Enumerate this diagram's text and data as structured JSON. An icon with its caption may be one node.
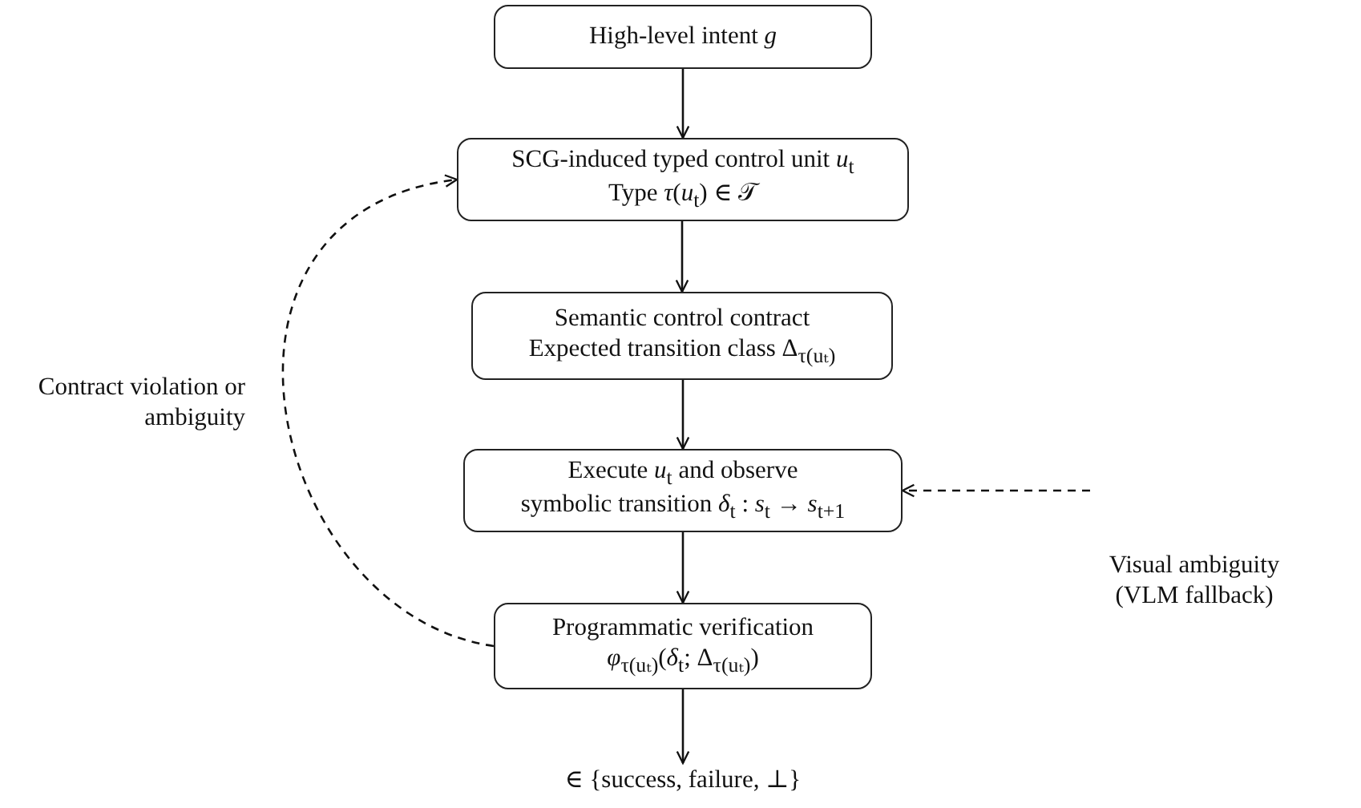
{
  "diagram": {
    "nodes": [
      {
        "text": [
          "High-level intent *g*"
        ]
      },
      {
        "text": [
          "SCG-induced typed control unit *u*$_{t}$",
          "Type *τ*(*u*$_{t}$) ∈ 𝒯"
        ]
      },
      {
        "text": [
          "Semantic control contract",
          "Expected transition class Δ$_{τ(uₜ)}$"
        ]
      },
      {
        "text": [
          "Execute *u*$_{t}$ and observe",
          "symbolic transition *δ*$_{t}$ : *s*$_{t}$ → *s*$_{t+1}$"
        ]
      },
      {
        "text": [
          "Programmatic verification",
          "*φ*$_{τ(uₜ)}$(*δ*$_{t}$; Δ$_{τ(uₜ)}$)"
        ]
      },
      {
        "text": [
          "∈ {success, failure, ⊥}"
        ]
      },
      {
        "text": [
          "Visual ambiguity (VLM fallback)"
        ]
      }
    ],
    "edges": [
      {
        "from": 0,
        "to": 1,
        "arrow": "to"
      },
      {
        "from": 1,
        "to": 2,
        "arrow": "to"
      },
      {
        "from": 2,
        "to": 3,
        "arrow": "to"
      },
      {
        "from": 3,
        "to": 4,
        "arrow": "to"
      },
      {
        "from": 4,
        "to": 5,
        "arrow": "to"
      },
      {
        "from": 6,
        "to": 3,
        "arrow": "to",
        "style": "dashed"
      },
      {
        "from": 4,
        "to": 1,
        "arrow": "to",
        "style": "dashed",
        "label": "Contract violation or ambiguity"
      }
    ]
  }
}
